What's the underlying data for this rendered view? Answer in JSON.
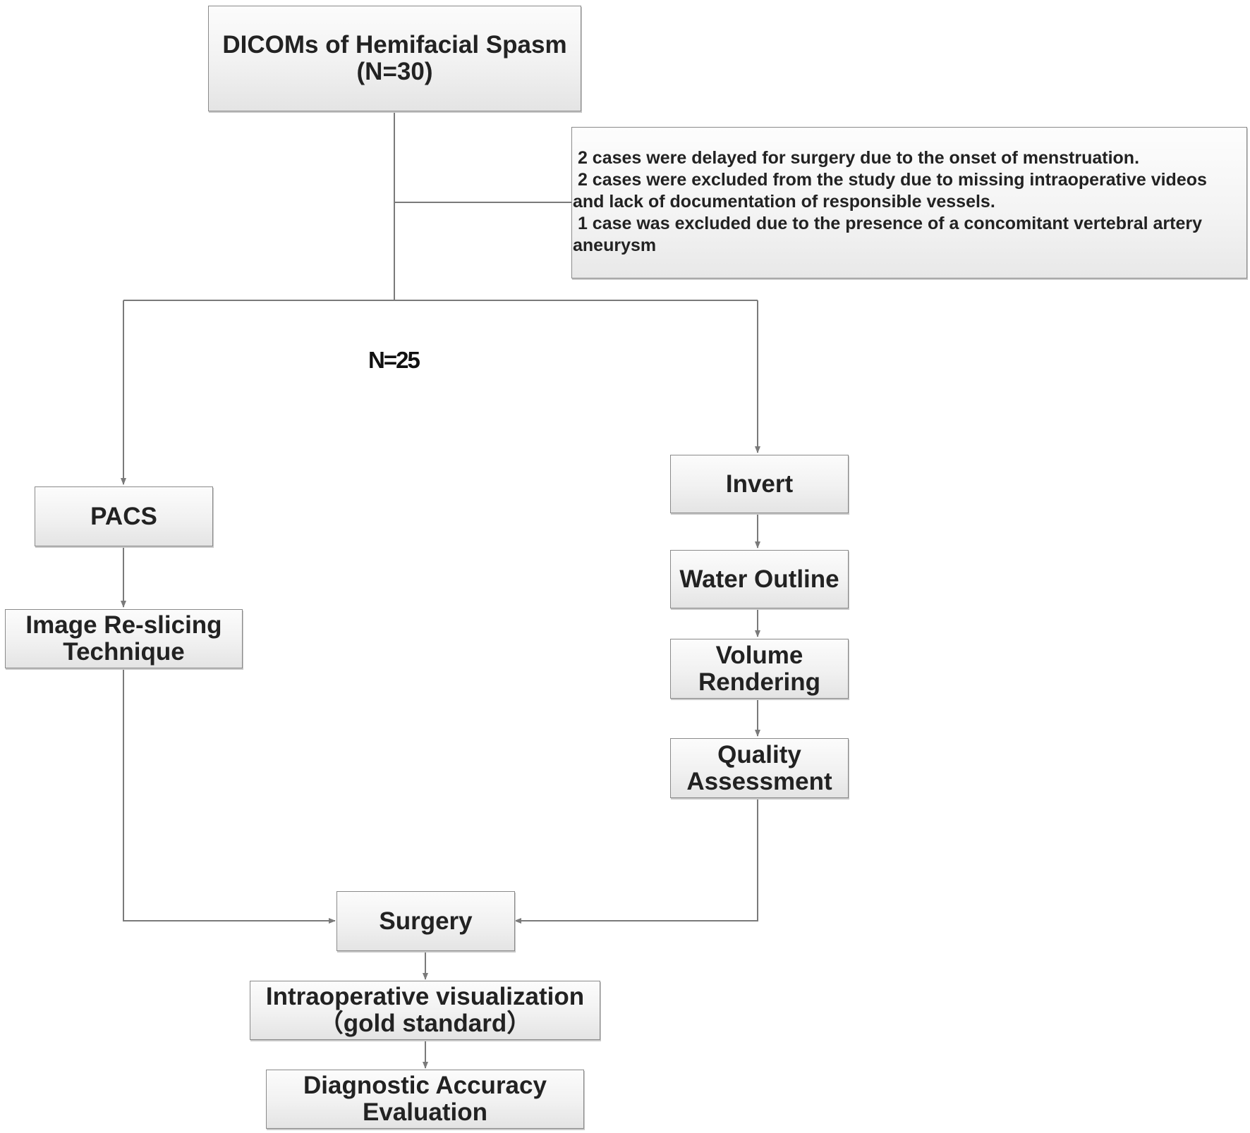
{
  "nodes": {
    "dicoms": {
      "line1": "DICOMs of Hemifacial Spasm",
      "line2": "(N=30)"
    },
    "exclusions": [
      " 2 cases were delayed for surgery due to the onset of menstruation.",
      " 2 cases were excluded from the study due to missing intraoperative videos and lack of documentation of responsible vessels.",
      " 1 case was excluded due to the presence of a concomitant vertebral artery aneurysm"
    ],
    "n_label": "N=25",
    "pacs": "PACS",
    "reslicing": {
      "line1": "Image Re-slicing",
      "line2": "Technique"
    },
    "invert": "Invert",
    "water_outline": "Water Outline",
    "volume_rendering": {
      "line1": "Volume",
      "line2": "Rendering"
    },
    "quality": {
      "line1": "Quality",
      "line2": "Assessment"
    },
    "surgery": "Surgery",
    "intraop": {
      "line1": "Intraoperative visualization",
      "line2": "（gold standard）"
    },
    "accuracy": {
      "line1": "Diagnostic Accuracy",
      "line2": "Evaluation"
    }
  },
  "edges": [
    {
      "from": "dicoms",
      "to": "exclusions"
    },
    {
      "from": "dicoms",
      "to": "pacs"
    },
    {
      "from": "dicoms",
      "to": "invert"
    },
    {
      "from": "pacs",
      "to": "reslicing"
    },
    {
      "from": "invert",
      "to": "water_outline"
    },
    {
      "from": "water_outline",
      "to": "volume_rendering"
    },
    {
      "from": "volume_rendering",
      "to": "quality"
    },
    {
      "from": "reslicing",
      "to": "surgery"
    },
    {
      "from": "quality",
      "to": "surgery"
    },
    {
      "from": "surgery",
      "to": "intraop"
    },
    {
      "from": "intraop",
      "to": "accuracy"
    }
  ],
  "colors": {
    "line": "#7a7a7a",
    "border": "#8a8a8a",
    "text": "#222222"
  }
}
